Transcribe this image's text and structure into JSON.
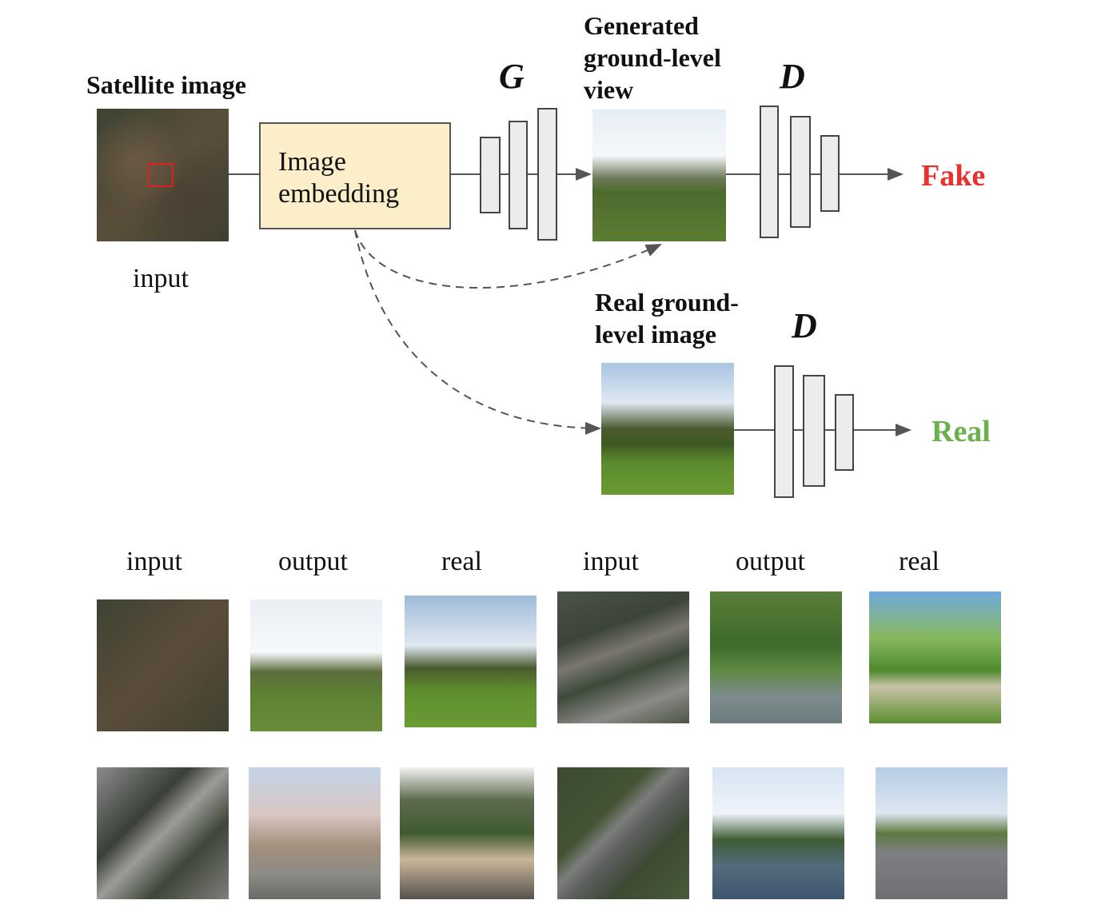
{
  "diagram": {
    "satellite_title": "Satellite image",
    "input_caption": "input",
    "embedding_label_line1": "Image",
    "embedding_label_line2": "embedding",
    "generator_label": "G",
    "discriminator_label": "D",
    "generated_title_line1": "Generated",
    "generated_title_line2": "ground-level",
    "generated_title_line3": "view",
    "real_title_line1": "Real ground-",
    "real_title_line2": "level image",
    "fake_output": "Fake",
    "real_output": "Real",
    "colors": {
      "fake": "#e8312e",
      "real": "#6ab04c",
      "embedding_fill": "#fbeec8"
    }
  },
  "examples": {
    "column_headers": [
      "input",
      "output",
      "real",
      "input",
      "output",
      "real"
    ]
  }
}
